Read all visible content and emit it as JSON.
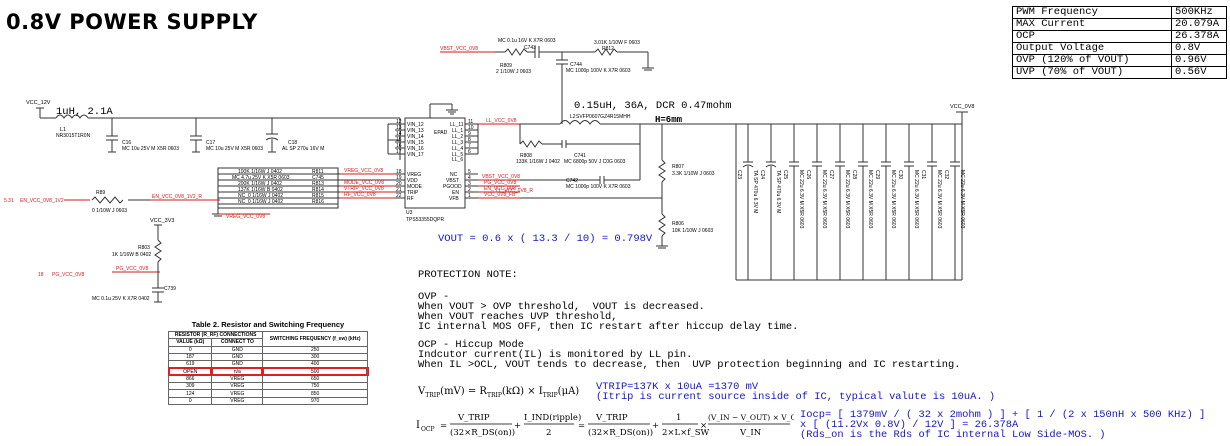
{
  "title": "0.8V POWER SUPPLY",
  "spec_table": [
    {
      "label": "PWM Frequency",
      "value": "500KHz"
    },
    {
      "label": "MAX Current",
      "value": "20.079A"
    },
    {
      "label": "OCP",
      "value": "26.378A"
    },
    {
      "label": "Output Voltage",
      "value": "0.8V"
    },
    {
      "label": "OVP (120% of VOUT)",
      "value": "0.96V"
    },
    {
      "label": "UVP (70% of VOUT)",
      "value": "0.56V"
    }
  ],
  "schematic": {
    "rail_in": "VCC_12V",
    "rail_out": "VCC_0V8",
    "rail_3v3": "VCC_3V3",
    "inductor_in_text": "1uH, 2.1A",
    "l1_ref": "L1",
    "l1_part": "NR3015T1R0N",
    "inductor_out_text": "0.15uH, 36A, DCR 0.47mohm",
    "h_text": "H=6mm",
    "l2_ref": "L2",
    "l2_part": "SVFP0607GZ4R15MHH",
    "vout_eq": "VOUT = 0.6 x ( 13.3 / 10) = 0.798V",
    "ic_ref": "U3",
    "ic_part": "TPS53355DQPR",
    "ic_left_pins": [
      "VIN_12",
      "VIN_13",
      "VIN_14",
      "VIN_15",
      "VIN_16",
      "VIN_17"
    ],
    "ic_left_nums": [
      "12",
      "13",
      "14",
      "15",
      "16",
      "17"
    ],
    "ic_epad": "EPAD",
    "ic_right_pins": [
      "LL_11",
      "LL_1",
      "LL_2",
      "LL_3",
      "LL_4",
      "LL_5",
      "LL_6"
    ],
    "ic_right_nums": [
      "11",
      "10",
      "9",
      "8",
      "7",
      "6"
    ],
    "ic_ctl_left": [
      "VREG",
      "VDD",
      "MODE",
      "TRIP",
      "RF"
    ],
    "ic_ctl_left_nums": [
      "18",
      "19",
      "20",
      "21",
      "22"
    ],
    "ic_ctl_right": [
      "NC",
      "VBST",
      "PGOOD",
      "EN",
      "VFB"
    ],
    "ic_ctl_right_nums": [
      "5",
      "4",
      "3",
      "2",
      "1"
    ],
    "net_ll": "LL_VCC_0V8",
    "net_vbst": "VBST_VCC_0V8",
    "net_vreg": "VREG_VCC_0V8",
    "net_mode": "MODE_VCC_0V8",
    "net_vtrip": "VTRIP_VCC_0V8",
    "net_rf": "RF_VCC_0V8",
    "net_pg": "PG_VCC_0V8",
    "net_en": "EN_VCC_0V8",
    "net_fb": "VCC_0V8_FB",
    "net_vbst2": "VBST_VCC_0V8",
    "net_en_in": "EN_VCC_0V8_1V2_R",
    "net_ll_r": "LL_VCC_0V8_R",
    "en_sheet": "5.31",
    "en_name": "EN_VCC_0V8_1V2",
    "pg_sheet": "18",
    "pg_name": "PG_VCC_0V8",
    "parts": {
      "c16": [
        "C16",
        "MC 10u 25V M X5R 0603"
      ],
      "c17": [
        "C17",
        "MC 10u 25V M X5R 0603"
      ],
      "c18": [
        "C18",
        "AL SP 270u 16V M"
      ],
      "c743": [
        "C743",
        "MC 0.1u 16V K X7R 0603"
      ],
      "r809": [
        "R809",
        "2 1/10W J 0603"
      ],
      "r812": [
        "R812",
        "3.01K 1/10W F 0603"
      ],
      "c744": [
        "C744",
        "MC 1000p 100V K X7R 0603"
      ],
      "r808": [
        "R808",
        "133K 1/16W J 0402"
      ],
      "c741": [
        "C741",
        "MC 6800p 50V J C0G 0603"
      ],
      "c742": [
        "C742",
        "MC 1000p 100V K X7R 0603"
      ],
      "r807": [
        "R807",
        "3.3K 1/10W J 0603"
      ],
      "r806": [
        "R806",
        "10K 1/10W J 0603"
      ],
      "r89": [
        "R89",
        "0 1/10W J 0603"
      ],
      "r803": [
        "R803",
        "1K 1/16W B 0402"
      ],
      "c739": [
        "C739",
        "MC 0.1u 25V K X7R 0402"
      ]
    },
    "left_res": [
      {
        "val": "100K 1/16W J 0402",
        "ref": "R811"
      },
      {
        "val": "MC 4.7u 25V K X5R 0603",
        "ref": "C745"
      },
      {
        "val": "200K 1/16W J 0402",
        "ref": "R813"
      },
      {
        "val": "137K 1/16W B 0402",
        "ref": "R814"
      },
      {
        "val": "NC_0 1/16W J 0402",
        "ref": "R815"
      },
      {
        "val": "NC_0 1/16W J 0402",
        "ref": "R816"
      }
    ],
    "out_caps": [
      {
        "ref": "C23",
        "val": "TA SP 470u 6.3V M"
      },
      {
        "ref": "C24",
        "val": "TA SP 470u 6.3V M"
      },
      {
        "ref": "C25",
        "val": "MC 22u 6.3V M X5R 0603"
      },
      {
        "ref": "C26",
        "val": "MC 22u 6.3V M X5R 0603"
      },
      {
        "ref": "C27",
        "val": "MC 22u 6.3V M X5R 0603"
      },
      {
        "ref": "C28",
        "val": "MC 22u 6.3V M X5R 0603"
      },
      {
        "ref": "C29",
        "val": "MC 22u 6.3V M X5R 0603"
      },
      {
        "ref": "C30",
        "val": "MC 22u 6.3V M X5R 0603"
      },
      {
        "ref": "C31",
        "val": "MC 22u 6.3V M X5R 0603"
      },
      {
        "ref": "C32",
        "val": "MC 22u 6.3V M X5R 0603"
      }
    ]
  },
  "notes": {
    "heading": "PROTECTION NOTE:",
    "ovp": [
      "OVP -",
      "When VOUT > OVP threshold,  VOUT is decreased.",
      "When VOUT reaches UVP threshold,",
      "IC internal MOS OFF, then IC restart after hiccup delay time."
    ],
    "ocp": [
      "OCP - Hiccup Mode",
      "Indcutor current(IL) is monitored by LL pin.",
      "When IL >OCL, VOUT tends to decrease, then  UVP protection beginning and IC restarting."
    ],
    "vtrip_calc": [
      "VTRIP=137K x 10uA =1370 mV",
      "(Itrip is current source inside of IC, typical valute is 10uA. )"
    ],
    "iocp_calc": [
      "Iocp= [ 1379mV / ( 32 x 2mohm ) ] + [ 1 / (2 x 150nH x 500 KHz) ]",
      "x [ (11.2Vx 0.8V) / 12V ] = 26.378A",
      "(Rds_on is the Rds of IC internal Low Side-MOS. )"
    ]
  },
  "equations": {
    "vtrip_lhs": "V",
    "vtrip_sub": "TRIP",
    "vtrip_rest": "(mV) = R",
    "vtrip_rsub": "TRIP",
    "vtrip_k": "(kΩ) × I",
    "vtrip_isub": "TRIP",
    "vtrip_ua": "(μA)",
    "iocp_text": "I",
    "iocp_sub": "OCP",
    "f1_num": "V_TRIP",
    "f1_den": "(32×R_DS(on))",
    "f2_num": "I_IND(ripple)",
    "f2_den": "2",
    "f3_num": "V_TRIP",
    "f3_den": "(32×R_DS(on))",
    "f4_num": "1",
    "f4_den": "2×L×f_SW",
    "f5_num": "(V_IN − V_OUT) × V_OUT",
    "f5_den": "V_IN"
  },
  "resistor_table": {
    "caption": "Table 2. Resistor and Switching Frequency",
    "head_res": "RESISTOR (R_RF) CONNECTIONS",
    "head_freq": "SWITCHING FREQUENCY (f_sw) (kHz)",
    "col_val": "VALUE (kΩ)",
    "col_conn": "CONNECT TO",
    "rows": [
      [
        "0",
        "GND",
        "250"
      ],
      [
        "187",
        "GND",
        "300"
      ],
      [
        "619",
        "GND",
        "400"
      ],
      [
        "OPEN",
        "n/a",
        "500"
      ],
      [
        "866",
        "VREG",
        "650"
      ],
      [
        "309",
        "VREG",
        "750"
      ],
      [
        "124",
        "VREG",
        "850"
      ],
      [
        "0",
        "VREG",
        "970"
      ]
    ],
    "highlight_index": 3
  }
}
